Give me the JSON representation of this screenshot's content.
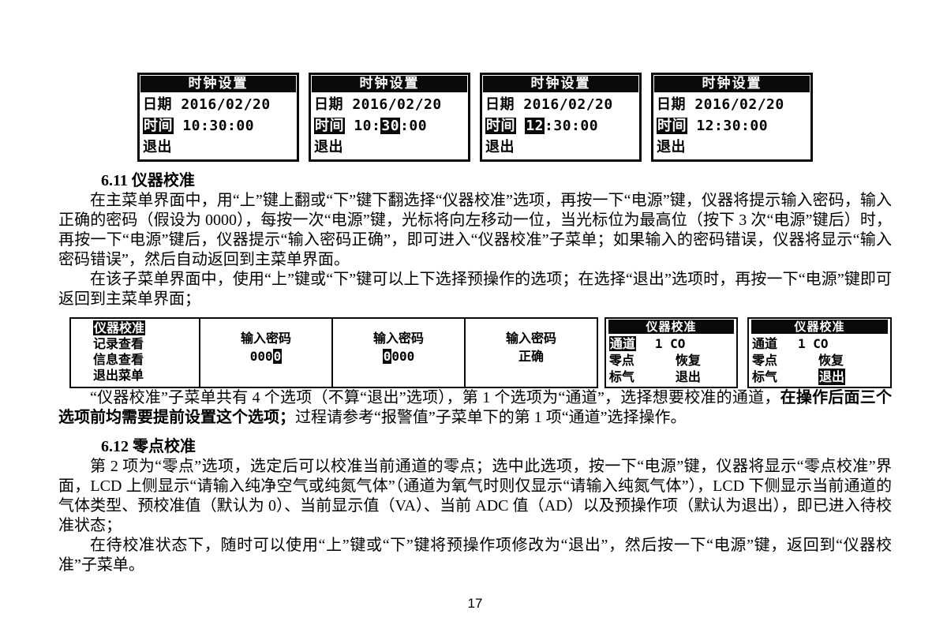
{
  "clock_screens": [
    {
      "title": "时钟设置",
      "date_label": "日期",
      "date": "2016/02/20",
      "time_label": "时间",
      "time_segments": [
        {
          "t": "10:30:00"
        }
      ],
      "exit_label": "退出"
    },
    {
      "title": "时钟设置",
      "date_label": "日期",
      "date": "2016/02/20",
      "time_label": "时间",
      "time_segments": [
        {
          "t": "10:"
        },
        {
          "t": "30",
          "inv": true
        },
        {
          "t": ":00"
        }
      ],
      "exit_label": "退出"
    },
    {
      "title": "时钟设置",
      "date_label": "日期",
      "date": "2016/02/20",
      "time_label": "时间",
      "time_segments": [
        {
          "t": "12",
          "inv": true
        },
        {
          "t": ":30:00"
        }
      ],
      "exit_label": "退出"
    },
    {
      "title": "时钟设置",
      "date_label": "日期",
      "date": "2016/02/20",
      "time_label": "时间",
      "time_segments": [
        {
          "t": "12:30:00"
        }
      ],
      "exit_label": "退出"
    }
  ],
  "sections": {
    "s611": {
      "heading": "6.11 仪器校准",
      "para1": "在主菜单界面中，用“上”键上翻或“下”键下翻选择“仪器校准”选项，再按一下“电源”键，仪器将提示输入密码，输入正确的密码（假设为 0000），每按一次“电源”键，光标将向左移动一位，当光标位为最高位（按下 3 次“电源”键后）时，再按一下“电源”键后，仪器提示“输入密码正确”，即可进入“仪器校准”子菜单；如果输入的密码错误，仪器将显示“输入密码错误”，然后自动返回到主菜单界面。",
      "para2": "在该子菜单界面中，使用“上”键或“下”键可以上下选择预操作的选项；在选择“退出”选项时，再按一下“电源”键即可返回到主菜单界面；"
    },
    "para3": {
      "pre": "“仪器校准”子菜单共有 4 个选项（不算“退出”选项），第 1 个选项为“通道”，选择想要校准的通道，",
      "bold": "在操作后面三个选项前均需要提前设置这个选项；",
      "post": "过程请参考“报警值”子菜单下的第 1 项“通道”选择操作。"
    },
    "s612": {
      "heading": "6.12 零点校准",
      "para4": "第 2 项为“零点”选项，选定后可以校准当前通道的零点；选中此选项，按一下“电源”键，仪器将显示“零点校准”界面，LCD 上侧显示“请输入纯净空气或纯氮气体”（通道为氧气时则仅显示“请输入纯氮气体”），LCD 下侧显示当前通道的气体类型、预校准值（默认为 0）、当前显示值（VA）、当前 ADC 值（AD）以及预操作项（默认为退出），即已进入待校准状态；",
      "para5": "在待校准状态下，随时可以使用“上”键或“下”键将预操作项修改为“退出”，然后按一下“电源”键，返回到“仪器校准”子菜单。"
    }
  },
  "calib_row": {
    "menu": {
      "items": [
        {
          "t": "仪器校准",
          "inv": true
        },
        {
          "t": "记录查看"
        },
        {
          "t": "信息查看"
        },
        {
          "t": "退出菜单"
        }
      ]
    },
    "password_screens": [
      {
        "title": "输入密码",
        "segments": [
          {
            "t": "000"
          },
          {
            "t": "0",
            "inv": true
          }
        ]
      },
      {
        "title": "输入密码",
        "segments": [
          {
            "t": "0",
            "inv": true
          },
          {
            "t": "000"
          }
        ]
      },
      {
        "title": "输入密码",
        "value": "正确"
      }
    ],
    "calib_screens": [
      {
        "title": "仪器校准",
        "rows": [
          {
            "label": "通道",
            "value": "1 CO",
            "label_inv": true
          },
          {
            "label": "零点",
            "value": "恢复"
          },
          {
            "label": "标气",
            "value": "退出"
          }
        ]
      },
      {
        "title": "仪器校准",
        "rows": [
          {
            "label": "通道",
            "value": "1 CO"
          },
          {
            "label": "零点",
            "value": "恢复"
          },
          {
            "label": "标气",
            "value": "退出",
            "value_inv": true
          }
        ]
      }
    ]
  },
  "page_number": "17"
}
